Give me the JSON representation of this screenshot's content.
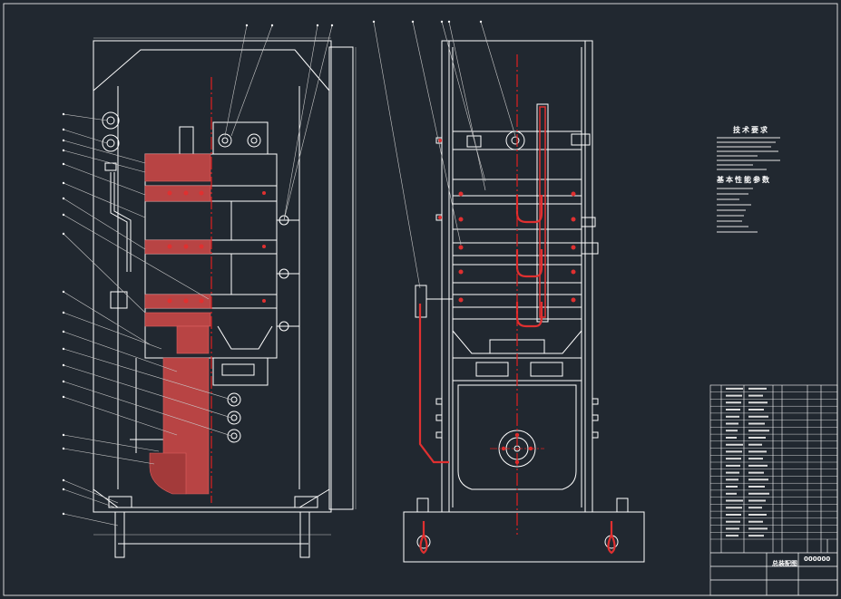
{
  "colors": {
    "background": "#212830",
    "line": "#ffffff",
    "centerline": "#e02020",
    "hatch": "#d94a4a",
    "leader": "#c8c8c8"
  },
  "technical_requirements": {
    "title": "技术要求",
    "lines": 8
  },
  "technical_parameters": {
    "title": "基本性能参数",
    "lines": 9
  },
  "title_block": {
    "drawing_name": "总装配图",
    "drawing_number": "000000"
  },
  "parts_list": {
    "row_count": 22
  }
}
